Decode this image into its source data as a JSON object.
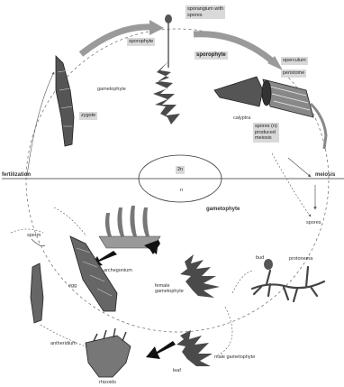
{
  "labels": {
    "sporangium_with_spores": "sporangium with\nspores",
    "sporophyte_top": "sporophyte",
    "gametophyte_upper": "gametophyte",
    "sporophyte_box": "sporophyte",
    "zygote": "zygote",
    "operculum": "operculum",
    "peristome": "peristome",
    "calyptra": "calyptra",
    "spore_box": "spores (n)\nproduced\nmeiosis",
    "fertilization": "fertilization",
    "meiosis": "meiosis",
    "center_2n": "2n",
    "center_n": "n",
    "gametophyte_center": "gametophyte",
    "sperm": "sperm",
    "spores_right": "spores",
    "archegonium": "archegonium",
    "bud": "bud",
    "protonema": "protonema",
    "egg": "egg",
    "female_gametophyte": "female\ngametophyte",
    "antheridium": "antheridium",
    "leaf": "leaf",
    "male_gametophyte": "male gametophyte",
    "rhizoids": "rhizoids"
  },
  "colors": {
    "line": "#555555",
    "arrow_gray": "#9a9a9a",
    "dark": "#2b2b2b",
    "plant": "#4a4a4a",
    "box_fill": "#d9d9d9"
  }
}
